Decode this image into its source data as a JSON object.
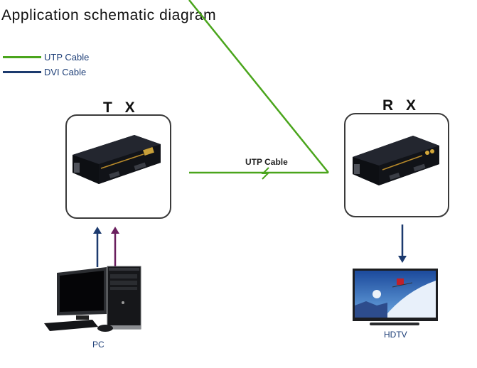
{
  "title": "Application schematic diagram",
  "legend": [
    {
      "label": "UTP Cable",
      "color": "#4aa51c"
    },
    {
      "label": "DVI Cable",
      "color": "#1c3a6e"
    }
  ],
  "nodes": {
    "tx": {
      "label": "T X",
      "device": "HDMI/DVI extender transmitter"
    },
    "rx": {
      "label": "R X",
      "device": "HDMI/DVI extender receiver"
    },
    "pc": {
      "label": "PC"
    },
    "hdtv": {
      "label": "HDTV"
    }
  },
  "links": [
    {
      "from": "tx",
      "to": "rx",
      "label": "UTP Cable",
      "type": "UTP",
      "color": "#4aa51c"
    },
    {
      "from": "pc",
      "to": "tx",
      "type": "DVI",
      "color": "#1c3a6e"
    },
    {
      "from": "pc",
      "to": "tx",
      "type": "audio",
      "color": "#6a1f5e"
    },
    {
      "from": "rx",
      "to": "hdtv",
      "type": "DVI",
      "color": "#1c3a6e"
    }
  ]
}
